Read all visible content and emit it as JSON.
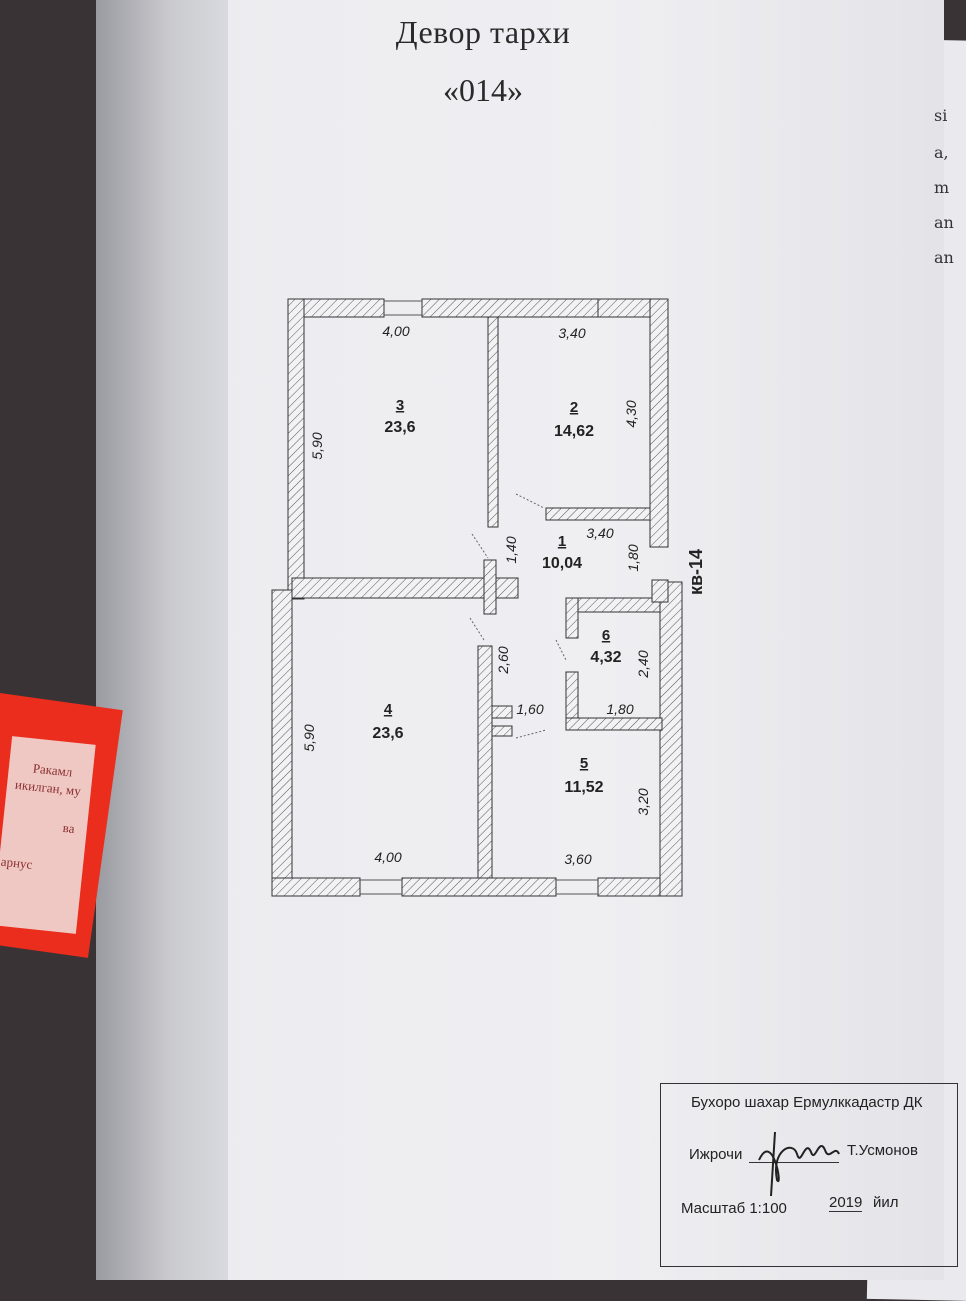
{
  "document": {
    "title": "Девор тархи",
    "number": "«014»"
  },
  "margin_text": [
    "si",
    "a,",
    "m",
    "an",
    "an"
  ],
  "rooms": [
    {
      "no": "1",
      "area": "10,04"
    },
    {
      "no": "2",
      "area": "14,62"
    },
    {
      "no": "3",
      "area": "23,6"
    },
    {
      "no": "4",
      "area": "23,6"
    },
    {
      "no": "5",
      "area": "11,52"
    },
    {
      "no": "6",
      "area": "4,32"
    }
  ],
  "dimensions": {
    "room3_width": "4,00",
    "room3_height": "5,90",
    "room2_width": "3,40",
    "room2_height": "4,30",
    "room1_width": "3,40",
    "room1_door": "1,40",
    "room1_height": "1,80",
    "room4_width": "4,00",
    "room4_height": "5,90",
    "room4_door": "2,60",
    "room5_width": "3,60",
    "room5_height": "3,20",
    "room5_top": "1,60",
    "room6_width": "1,80",
    "room6_height": "2,40"
  },
  "apartment_label": "кв-14",
  "stamp": {
    "organization": "Бухоро шахар Ермулккадастр ДК",
    "executor_label": "Ижрочи",
    "executor_name": "Т.Усмонов",
    "scale": "Масштаб 1:100",
    "year": "2019",
    "year_suffix": "йил"
  },
  "label_fragments": [
    "Ракамл",
    "икилган, му",
    "ва",
    "арнус"
  ],
  "colors": {
    "paper": "#efeff2",
    "sticker": "#ea2d1c",
    "ink": "#222222"
  }
}
